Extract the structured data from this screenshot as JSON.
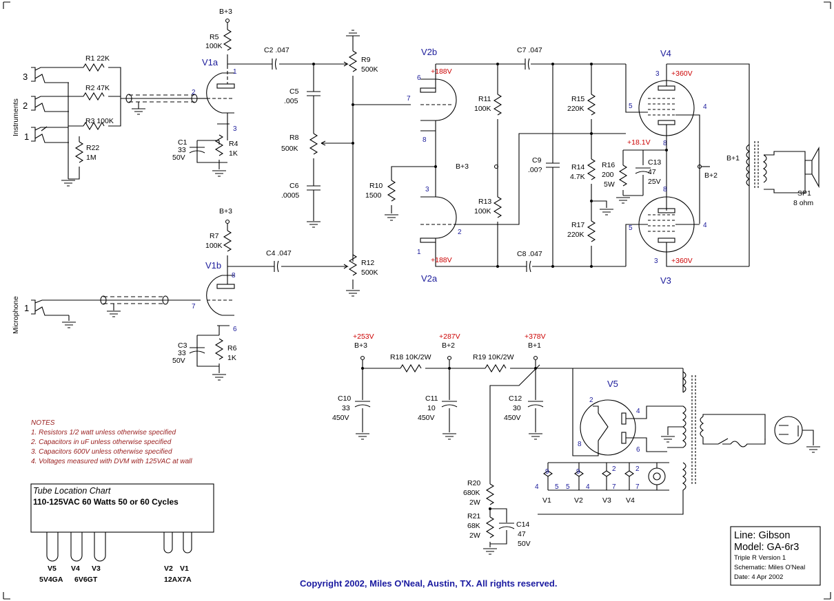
{
  "tubes": {
    "v1a": "V1a",
    "v1b": "V1b",
    "v2a": "V2a",
    "v2b": "V2b",
    "v3": "V3",
    "v4": "V4",
    "v5": "V5"
  },
  "inputs": {
    "instruments": "Instruments",
    "microphone": "Microphone",
    "jack_numbers": [
      "3",
      "2",
      "1",
      "1"
    ]
  },
  "supply_labels": {
    "b3": "B+3",
    "b2": "B+2",
    "b1": "B+1"
  },
  "components": {
    "r1": "R1 22K",
    "r2": "R2 47K",
    "r3": "R3 100K",
    "r22": "R22",
    "r22v": "1M",
    "r5": "R5",
    "r5v": "100K",
    "r7": "R7",
    "r7v": "100K",
    "c1": "C1",
    "c1v1": "33",
    "c1v2": "50V",
    "r4": "R4",
    "r4v": "1K",
    "c3": "C3",
    "c3v1": "33",
    "c3v2": "50V",
    "r6": "R6",
    "r6v": "1K",
    "c2": "C2 .047",
    "c4": "C4 .047",
    "c5": "C5",
    "c5v": ".005",
    "r8": "R8",
    "r8v": "500K",
    "c6": "C6",
    "c6v": ".0005",
    "r9": "R9",
    "r9v": "500K",
    "r12": "R12",
    "r12v": "500K",
    "r10": "R10",
    "r10v": "1500",
    "r11": "R11",
    "r11v": "100K",
    "r13": "R13",
    "r13v": "100K",
    "c7": "C7 .047",
    "c8": "C8 .047",
    "c9": "C9",
    "c9v": ".00?",
    "r15": "R15",
    "r15v": "220K",
    "r14": "R14",
    "r14v": "4.7K",
    "r17": "R17",
    "r17v": "220K",
    "r16": "R16",
    "r16v1": "200",
    "r16v2": "5W",
    "c13": "C13",
    "c13v1": "47",
    "c13v2": "25V",
    "sp1": "SP1",
    "sp1v": "8 ohm",
    "r18": "R18 10K/2W",
    "r19": "R19 10K/2W",
    "c10": "C10",
    "c10v1": "33",
    "c10v2": "450V",
    "c11": "C11",
    "c11v1": "10",
    "c11v2": "450V",
    "c12": "C12",
    "c12v1": "30",
    "c12v2": "450V",
    "r20": "R20",
    "r20v1": "680K",
    "r20v2": "2W",
    "r21": "R21",
    "r21v1": "68K",
    "r21v2": "2W",
    "c14": "C14",
    "c14v1": "47",
    "c14v2": "50V"
  },
  "voltages": {
    "v2b_plate": "+188V",
    "v2a_plate": "+188V",
    "v4_plate": "+360V",
    "v3_plate": "+360V",
    "cathode": "+18.1V",
    "b3": "+253V",
    "b2": "+287V",
    "b1": "+378V"
  },
  "pins": {
    "v1a": [
      "1",
      "2",
      "3"
    ],
    "v1b": [
      "8",
      "7",
      "6"
    ],
    "v2b": [
      "6",
      "7",
      "8"
    ],
    "v2a": [
      "3",
      "2",
      "1"
    ],
    "v4": [
      "3",
      "5",
      "4",
      "8"
    ],
    "v3": [
      "8",
      "5",
      "4",
      "3"
    ],
    "v5": [
      "2",
      "4",
      "8",
      "6"
    ],
    "heaters": [
      "9",
      "4",
      "5",
      "9",
      "5",
      "4",
      "2",
      "7",
      "2",
      "7"
    ],
    "heater_tubes": [
      "V1",
      "V2",
      "V3",
      "V4"
    ]
  },
  "notes": {
    "title": "NOTES",
    "items": [
      "1. Resistors 1/2 watt unless otherwise specified",
      "2. Capacitors in uF unless otherwise specified",
      "3. Capacitors 600V unless otherwise specified",
      "4. Voltages measured with DVM with 125VAC at wall"
    ]
  },
  "tube_chart": {
    "title": "Tube Location Chart",
    "subtitle": "110-125VAC 60 Watts 50 or 60 Cycles",
    "positions": [
      "V5",
      "V4",
      "V3",
      "V2",
      "V1"
    ],
    "types": [
      "5V4GA",
      "6V6GT",
      "12AX7A"
    ]
  },
  "title_block": {
    "line": "Line: Gibson",
    "model": "Model: GA-6r3",
    "version": "Triple R Version 1",
    "schematic": "Schematic: Miles O'Neal",
    "date": "Date: 4 Apr 2002"
  },
  "copyright": "Copyright 2002, Miles O'Neal, Austin, TX.  All rights reserved."
}
